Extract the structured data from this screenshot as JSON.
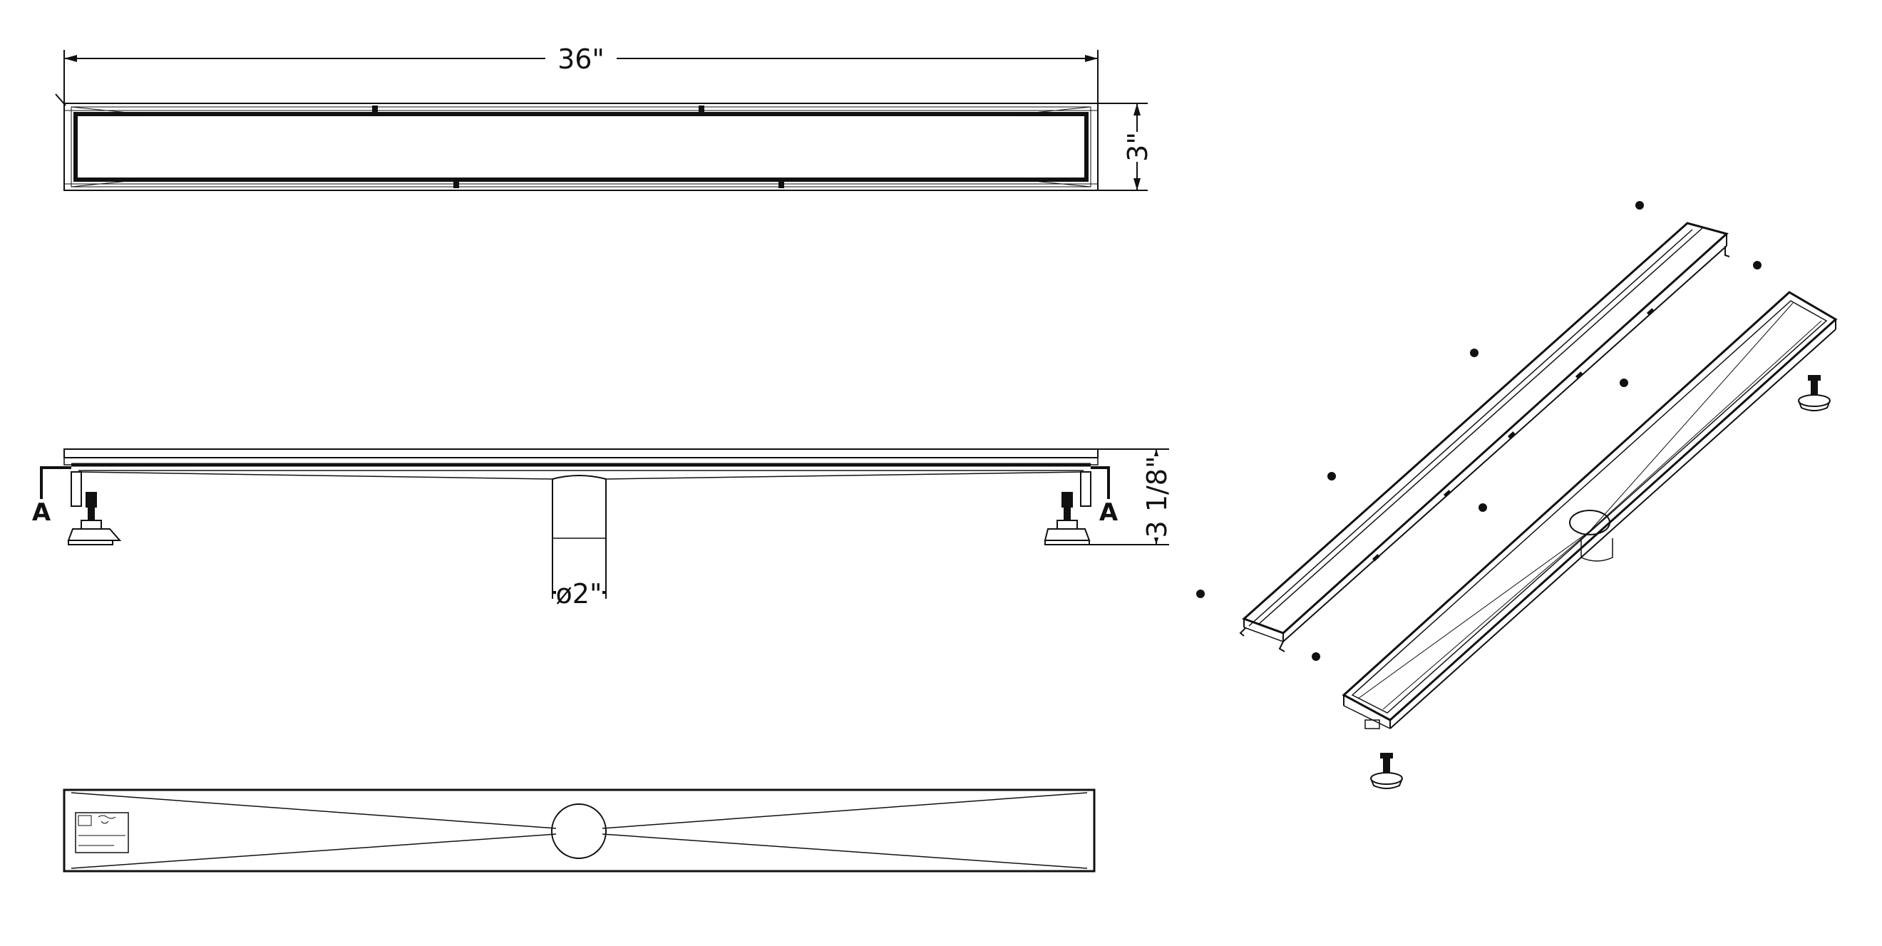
{
  "top_view": {
    "length_label": "36\"",
    "width_label": "3\""
  },
  "side_view": {
    "height_label": "3 1/8\"",
    "outlet_label": "ø2\"",
    "section_marker_left": "A",
    "section_marker_right": "A"
  },
  "bottom_view": {
    "label_plate_text": "",
    "label_plate_text_2": ""
  },
  "colors": {
    "line": "#111111",
    "background": "#ffffff"
  },
  "icons": {
    "leveling_foot": "leveling-foot-icon",
    "screw": "screw-icon"
  }
}
